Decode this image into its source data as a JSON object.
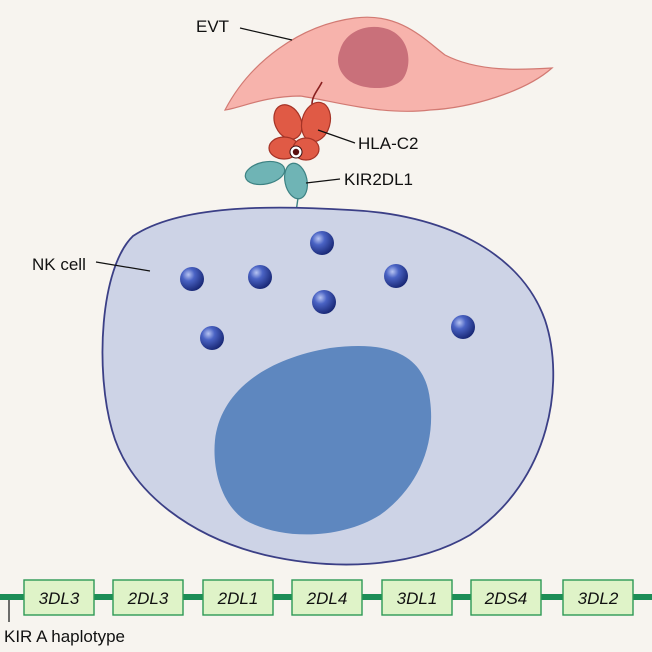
{
  "labels": {
    "evt": "EVT",
    "hla": "HLA-C2",
    "kir": "KIR2DL1",
    "nk": "NK cell",
    "haplotype": "KIR A haplotype"
  },
  "genes": [
    "3DL3",
    "2DL3",
    "2DL1",
    "2DL4",
    "3DL1",
    "2DS4",
    "3DL2"
  ],
  "colors": {
    "background": "#f7f4ef",
    "evt_cell": "#f7b3ac",
    "evt_nucleus": "#c9707a",
    "hla": "#e05a45",
    "kir": "#6fb4b5",
    "nk_cell": "#cdd3e6",
    "nk_outline": "#3b3f86",
    "nk_nucleus": "#5e87bf",
    "granule": "#2c47a3",
    "chromosome": "#1d8d57",
    "gene_box": "#dff3c8"
  }
}
